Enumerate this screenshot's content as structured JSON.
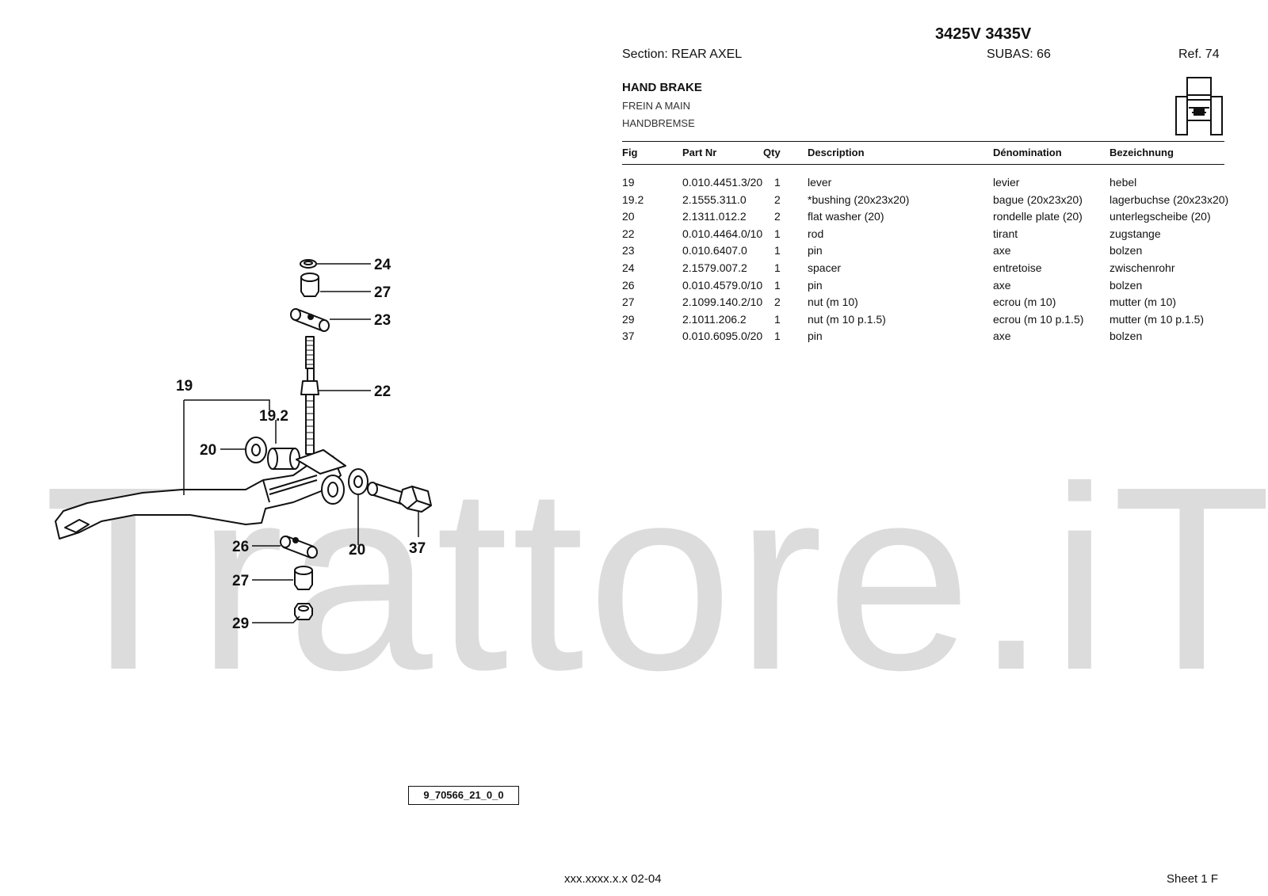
{
  "watermark": "Trattore.iT",
  "header": {
    "model": "3425V 3435V",
    "section": "Section: REAR AXEL",
    "subas": "SUBAS: 66",
    "ref": "Ref. 74"
  },
  "title": {
    "en": "HAND BRAKE",
    "fr": "FREIN A MAIN",
    "de": "HANDBREMSE"
  },
  "table": {
    "headers": {
      "fig": "Fig",
      "part": "Part Nr",
      "qty": "Qty",
      "desc": "Description",
      "den": "Dénomination",
      "bez": "Bezeichnung"
    },
    "rows": [
      {
        "fig": "19",
        "part": "0.010.4451.3/20",
        "qty": "1",
        "desc": "lever",
        "den": "levier",
        "bez": "hebel"
      },
      {
        "fig": "19.2",
        "part": "2.1555.311.0",
        "qty": "2",
        "desc": "*bushing (20x23x20)",
        "den": "bague (20x23x20)",
        "bez": "lagerbuchse (20x23x20)"
      },
      {
        "fig": "20",
        "part": "2.1311.012.2",
        "qty": "2",
        "desc": "flat washer (20)",
        "den": "rondelle plate (20)",
        "bez": "unterlegscheibe (20)"
      },
      {
        "fig": "22",
        "part": "0.010.4464.0/10",
        "qty": "1",
        "desc": "rod",
        "den": "tirant",
        "bez": "zugstange"
      },
      {
        "fig": "23",
        "part": "0.010.6407.0",
        "qty": "1",
        "desc": "pin",
        "den": "axe",
        "bez": "bolzen"
      },
      {
        "fig": "24",
        "part": "2.1579.007.2",
        "qty": "1",
        "desc": "spacer",
        "den": "entretoise",
        "bez": "zwischenrohr"
      },
      {
        "fig": "26",
        "part": "0.010.4579.0/10",
        "qty": "1",
        "desc": "pin",
        "den": "axe",
        "bez": "bolzen"
      },
      {
        "fig": "27",
        "part": "2.1099.140.2/10",
        "qty": "2",
        "desc": "nut (m 10)",
        "den": "ecrou (m 10)",
        "bez": "mutter (m 10)"
      },
      {
        "fig": "29",
        "part": "2.1011.206.2",
        "qty": "1",
        "desc": "nut (m 10 p.1.5)",
        "den": "ecrou (m 10 p.1.5)",
        "bez": "mutter (m 10 p.1.5)"
      },
      {
        "fig": "37",
        "part": "0.010.6095.0/20",
        "qty": "1",
        "desc": "pin",
        "den": "axe",
        "bez": "bolzen"
      }
    ]
  },
  "diagram": {
    "labels": {
      "l24": "24",
      "l27a": "27",
      "l23": "23",
      "l22": "22",
      "l19": "19",
      "l192": "19.2",
      "l20a": "20",
      "l26": "26",
      "l20b": "20",
      "l37": "37",
      "l27b": "27",
      "l29": "29"
    }
  },
  "drawing_ref": "9_70566_21_0_0",
  "footer": {
    "code": "xxx.xxxx.x.x  02-04",
    "sheet": "Sheet 1 F"
  }
}
